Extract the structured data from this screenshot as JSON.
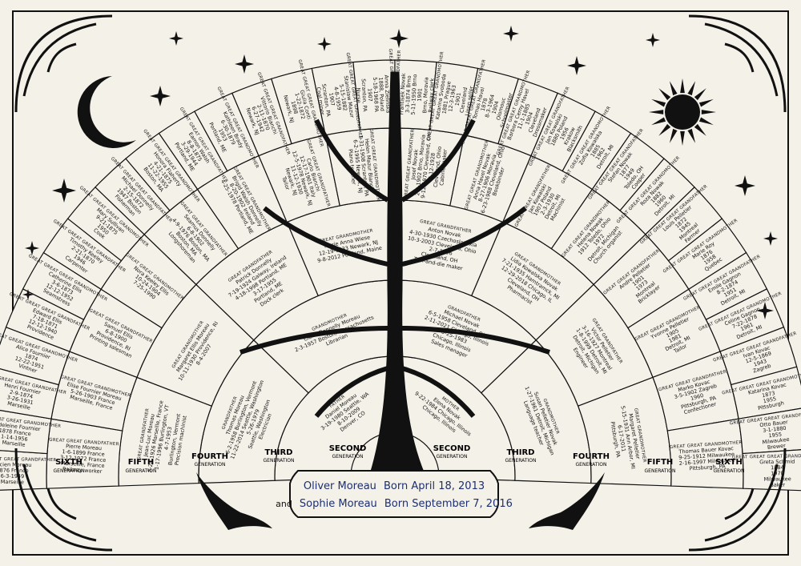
{
  "colors": {
    "background": "#f4f1e8",
    "ink": "#111111",
    "name_blue": "#1d2f72"
  },
  "nameplate": {
    "line1_name": "Oliver Moreau",
    "line1_born": "Born April 18, 2013",
    "and": "and",
    "line2_name": "Sophie Moreau",
    "line2_born": "Born September 7, 2016"
  },
  "generation_labels": [
    {
      "key": "sixth_left",
      "title": "SIXTH",
      "sub": "GENERATION"
    },
    {
      "key": "fifth_left",
      "title": "FIFTH",
      "sub": "GENERATION"
    },
    {
      "key": "fourth_left",
      "title": "FOURTH",
      "sub": "GENERATION"
    },
    {
      "key": "third_left",
      "title": "THIRD",
      "sub": "GENERATION"
    },
    {
      "key": "second_left",
      "title": "SECOND",
      "sub": "GENERATION"
    },
    {
      "key": "second_right",
      "title": "SECOND",
      "sub": "GENERATION"
    },
    {
      "key": "third_right",
      "title": "THIRD",
      "sub": "GENERATION"
    },
    {
      "key": "fourth_right",
      "title": "FOURTH",
      "sub": "GENERATION"
    },
    {
      "key": "fifth_right",
      "title": "FIFTH",
      "sub": "GENERATION"
    },
    {
      "key": "sixth_right",
      "title": "SIXTH",
      "sub": "GENERATION"
    }
  ],
  "people": {
    "father": {
      "role": "FATHER",
      "lines": [
        "Daniel Moreau",
        "3-19-1980 Seattle, WA",
        "8-10-2009",
        "Denver, CO"
      ]
    },
    "mother": {
      "role": "MOTHER",
      "lines": [
        "Elena Novak",
        "9-22-1984 Chicago, Illinois",
        "Chicago, Illinois"
      ]
    },
    "gen3": [
      {
        "role": "GRANDFATHER",
        "lines": [
          "Thomas Moreau",
          "6-2-1958 Burlington, Vermont",
          "11-22-2014 Seattle, Washington",
          "5-26-1979",
          "Seattle, Washington",
          "Electrician"
        ]
      },
      {
        "role": "GRANDMOTHER",
        "lines": [
          "Claire Donnelly Moreau",
          "2-3-1957 Boston, Massachusetts",
          "Librarian"
        ]
      },
      {
        "role": "GRANDFATHER",
        "lines": [
          "Michael Novak",
          "6-5-1958 Cleveland, Ohio",
          "2-11-2021 Chicago, Illinois",
          "5-25-1983",
          "Chicago, Illinois",
          "Sales manager"
        ]
      },
      {
        "role": "GRANDMOTHER",
        "lines": [
          "Susan Pelletier Novak",
          "1-27-1961 Detroit, Michigan",
          "Language teacher"
        ]
      }
    ],
    "gen4": [
      {
        "role": "GREAT GRANDFATHER",
        "lines": [
          "Jean-Luc Moreau",
          "5-28-1926 Marseille, France",
          "1-17-1996 Burlington, VT",
          "4-7-1953",
          "Burlington, Vermont",
          "Precision machinist"
        ]
      },
      {
        "role": "GREAT GRANDMOTHER",
        "lines": [
          "Margaret Ellis Moreau",
          "10-11-1930 Providence, RI",
          "8-4-2007"
        ]
      },
      {
        "role": "GREAT GRANDFATHER",
        "lines": [
          "Patrick Donnelly",
          "7-19-1924 Galway, Ireland",
          "4-18-1998 Portland, ME",
          "3-17-1955",
          "Portland, ME",
          "Dock clerk"
        ]
      },
      {
        "role": "GREAT GRANDMOTHER",
        "lines": [
          "Marie Anna Wiese",
          "12-19-1933 Newark, NJ",
          "9-8-2012 Portland, Maine"
        ]
      },
      {
        "role": "GREAT GRANDFATHER",
        "lines": [
          "Anton Novak",
          "4-30-1930 Czechoslovakia",
          "10-3-2003 Cleveland, Ohio",
          "2-7-1956",
          "Cleveland, OH",
          "Tool-and-die maker"
        ]
      },
      {
        "role": "GREAT GRANDMOTHER",
        "lines": [
          "Lidia Kowalska Novak",
          "7-21-1935 Hamtramck, MI",
          "12-29-2018 Chicago, IL",
          "Cleveland, OH",
          "Pharmacist"
        ]
      },
      {
        "role": "GREAT GRANDFATHER",
        "lines": [
          "Victor Pelletier",
          "3-16-1927 Montreal",
          "1-8-1999 Detroit, MI",
          "Detroit, Michigan",
          "Engineer"
        ]
      },
      {
        "role": "GREAT GRANDMOTHER",
        "lines": [
          "Margaret Pelletier",
          "5-15-1931 Ann Arbor, MI",
          "6-17-2011",
          "Pittsburgh, PA"
        ]
      }
    ],
    "gen5": [
      {
        "role": "GREAT GREAT GRANDFATHER",
        "lines": [
          "Pierre Moreau",
          "1-6-1899 France",
          "3-12-1972 France",
          "Marseille, France",
          "Railway worker"
        ]
      },
      {
        "role": "GREAT GREAT GRANDMOTHER",
        "lines": [
          "Elise Fournier Moreau",
          "5-26-1903 France",
          "Marseille, France"
        ]
      },
      {
        "role": "GREAT GREAT GRANDFATHER",
        "lines": [
          "Samuel Ellis",
          "6-8-1900",
          "Providence, RI",
          "Printing salesman"
        ]
      },
      {
        "role": "GREAT GREAT GRANDMOTHER",
        "lines": [
          "Nora Keeley Ellis",
          "10-24-1904",
          "7-25-1990"
        ]
      },
      {
        "role": "GREAT GREAT GRANDFATHER",
        "lines": [
          "Seamus Donnelly",
          "6-8-1902",
          "4-9-1976 Boston, MA",
          "Boston, MA",
          "Longshoreman"
        ]
      },
      {
        "role": "GREAT GREAT GRANDMOTHER",
        "lines": [
          "Brigid Walsh Donnelly",
          "8-20-1902 Ireland",
          "4-25-1978 Portland, ME"
        ]
      },
      {
        "role": "GREAT GREAT GRANDFATHER",
        "lines": [
          "Carlo Bianchi",
          "12-17-1901 Italy",
          "12-5-1978 Newark, NJ",
          "11-12-1930",
          "Newark, NJ",
          "Tailor"
        ]
      },
      {
        "role": "GREAT GREAT GRANDMOTHER",
        "lines": [
          "Helen Mazur Bianchi",
          "1-31-1908 Scranton, PA",
          "6-2-1995 Newark, NJ",
          "Piano teacher"
        ]
      },
      {
        "role": "GREAT GREAT GRANDFATHER",
        "lines": [
          "Josef Novak",
          "2-8-1902 Brno, Moravia",
          "9-12-1970 Cleveland, OH",
          "7-12-1928",
          "Cleveland, Ohio",
          "Cabinetmaker"
        ]
      },
      {
        "role": "GREAT GREAT GRANDMOTHER",
        "lines": [
          "Anna Havel Novak",
          "8-27-1906 Moravia",
          "6-23-1988 Cleveland, Ohio",
          "Bookbinder"
        ]
      },
      {
        "role": "GREAT GREAT GRANDFATHER",
        "lines": [
          "Jan Kowalski",
          "1907 Poland",
          "2-3-1930",
          "Detroit, MI",
          "Machinist"
        ]
      },
      {
        "role": "GREAT GREAT GRANDMOTHER",
        "lines": [
          "Helena Nowak",
          "1912 Toledo, Ohio",
          "1972",
          "Detroit, Michigan",
          "Church organist"
        ]
      },
      {
        "role": "GREAT GREAT GRANDFATHER",
        "lines": [
          "Andre Pelletier",
          "1901",
          "1973",
          "Montreal",
          "Bricklayer"
        ]
      },
      {
        "role": "GREAT GREAT GRANDMOTHER",
        "lines": [
          "Yvonne Pelletier",
          "1905",
          "1981",
          "Detroit, MI",
          "Tailor"
        ]
      },
      {
        "role": "GREAT GREAT GRANDFATHER",
        "lines": [
          "Marko Kovac",
          "3-5-1902 Zagreb",
          "1960",
          "Pittsburgh, PA",
          "Confectioner"
        ]
      },
      {
        "role": "GREAT GREAT GRANDMOTHER",
        "lines": [
          "Thomas Bauer Kovac",
          "9-25-1912 Milwaukee",
          "2-16-1997 Milwaukee",
          "Pittsburgh, PA"
        ]
      }
    ],
    "gen6": [
      {
        "role": "GREAT GREAT GREAT GRANDFATHER",
        "lines": [
          "Lucien Moreau",
          "1876 France",
          "6-3-1949",
          "Marseille"
        ]
      },
      {
        "role": "GREAT GREAT GREAT GRANDMOTHER",
        "lines": [
          "Madeleine Fournier",
          "1878 France",
          "1-14-1956",
          "Marseille"
        ]
      },
      {
        "role": "GREAT GREAT GREAT GRANDFATHER",
        "lines": [
          "Henri Fournier",
          "2-9-1874",
          "3-26-1931",
          "Marseille"
        ]
      },
      {
        "role": "GREAT GREAT GREAT GRANDMOTHER",
        "lines": [
          "Alice Fournier",
          "1874",
          "12-22-1951",
          "Vintner"
        ]
      },
      {
        "role": "GREAT GREAT GREAT GRANDFATHER",
        "lines": [
          "Edward Ellis",
          "7-18-1871",
          "12-12-1940",
          "Providence"
        ]
      },
      {
        "role": "GREAT GREAT GREAT GRANDMOTHER",
        "lines": [
          "Catherine Ellis",
          "3-6-1873",
          "12-12-1952",
          "Seamstress"
        ]
      },
      {
        "role": "GREAT GREAT GREAT GRANDFATHER",
        "lines": [
          "Timothy Keeley",
          "2-21-1870",
          "1946",
          "Carpenter"
        ]
      },
      {
        "role": "GREAT GREAT GREAT GRANDMOTHER",
        "lines": [
          "Mary Sullivan",
          "9-21-1875",
          "1950",
          "Cook"
        ]
      },
      {
        "role": "GREAT GREAT GREAT GRANDFATHER",
        "lines": [
          "Michael Donnelly",
          "2-15-1872",
          "1947 Boston",
          "Fisherman"
        ]
      },
      {
        "role": "GREAT GREAT GREAT GRANDMOTHER",
        "lines": [
          "Honora Flaherty",
          "4-21-1875",
          "11-22-1955",
          "Boston, MA"
        ]
      },
      {
        "role": "GREAT GREAT GREAT GRANDFATHER",
        "lines": [
          "Eamon Walsh",
          "8-8-1875",
          "3-29-1944",
          "Portland, ME"
        ]
      },
      {
        "role": "GREAT GREAT GREAT GRANDMOTHER",
        "lines": [
          "Kathleen Brady",
          "6-30-1879",
          "1953",
          "Portland, ME"
        ]
      },
      {
        "role": "GREAT GREAT GREAT GRANDFATHER",
        "lines": [
          "Vittorio Bianchi",
          "2-11-1870",
          "6-27-1942",
          "Newark, NJ"
        ]
      },
      {
        "role": "GREAT GREAT GREAT GRANDMOTHER",
        "lines": [
          "Giulia Conti",
          "1-22-1872",
          "1898",
          "Newark, NJ"
        ]
      },
      {
        "role": "GREAT GREAT GREAT GRANDFATHER",
        "lines": [
          "Stanislaw Mazur",
          "5-15-1882",
          "4-8-1959",
          "1907",
          "Scranton, PA",
          "Coal miner"
        ]
      },
      {
        "role": "GREAT GREAT GREAT GRANDMOTHER",
        "lines": [
          "Anna Zielinska",
          "1888, Poland",
          "5-18-1968 PA",
          "1907",
          "Scranton, PA",
          "Nurse"
        ]
      },
      {
        "role": "GREAT GREAT GREAT GRANDFATHER",
        "lines": [
          "Frantisek Novak",
          "3-3-1874 Brno",
          "5-11-1950 Brno",
          "1901",
          "Brno, Moravia",
          "Railway clerk"
        ]
      },
      {
        "role": "GREAT GREAT GREAT GRANDMOTHER",
        "lines": [
          "Katarina Svoboda",
          "1881 Prague",
          "12-3-1963",
          "1901",
          "Cleveland",
          "Linen seller"
        ]
      },
      {
        "role": "GREAT GREAT GREAT GRANDFATHER",
        "lines": [
          "Tomas Havel",
          "1878",
          "8-3-1964",
          "1904",
          "Olomouc",
          "Schoolmaster"
        ]
      },
      {
        "role": "GREAT GREAT GREAT GRANDMOTHER",
        "lines": [
          "Barbora Cerny Havel",
          "11-1-1885",
          "1904",
          "Cleveland",
          "Dressmaker"
        ]
      },
      {
        "role": "GREAT GREAT GREAT GRANDFATHER",
        "lines": [
          "Jan Kowalski",
          "1880 Poland",
          "1956",
          "Krakow",
          "Blacksmith"
        ]
      },
      {
        "role": "GREAT GREAT GREAT GRANDMOTHER",
        "lines": [
          "Zofia Kowalska",
          "1885",
          "1962",
          "Detroit, MI"
        ]
      },
      {
        "role": "GREAT GREAT GREAT GRANDFATHER",
        "lines": [
          "Stefan Nowak",
          "1877",
          "1949",
          "Toledo, OH",
          "Cooper"
        ]
      },
      {
        "role": "GREAT GREAT GREAT GRANDMOTHER",
        "lines": [
          "Roza Nowak",
          "1882",
          "1960",
          "Detroit, MI"
        ]
      },
      {
        "role": "GREAT GREAT GREAT GRANDFATHER",
        "lines": [
          "Louis Pelletier",
          "1872",
          "1945",
          "Montreal",
          "Farmer"
        ]
      },
      {
        "role": "GREAT GREAT GREAT GRANDMOTHER",
        "lines": [
          "Marie Roy",
          "1876",
          "1958",
          "Quebec"
        ]
      },
      {
        "role": "GREAT GREAT GREAT GRANDFATHER",
        "lines": [
          "Emile Gagnon",
          "8-2-1874",
          "1951",
          "Detroit, MI"
        ]
      },
      {
        "role": "GREAT GREAT GREAT GRANDMOTHER",
        "lines": [
          "Celine Gagnon",
          "7-22-1878",
          "1961",
          "Detroit, MI"
        ]
      },
      {
        "role": "GREAT GREAT GREAT GRANDFATHER",
        "lines": [
          "Ivan Kovac",
          "12-5-1869",
          "1943",
          "Zagreb"
        ]
      },
      {
        "role": "GREAT GREAT GREAT GRANDMOTHER",
        "lines": [
          "Katarina Kovac",
          "1873",
          "1955",
          "Pittsburgh"
        ]
      },
      {
        "role": "GREAT GREAT GREAT GRANDFATHER",
        "lines": [
          "Otto Bauer",
          "3-1-1880",
          "1955",
          "Milwaukee",
          "Brewer"
        ]
      },
      {
        "role": "GREAT GREAT GREAT GRANDMOTHER",
        "lines": [
          "Greta Schmid",
          "1884",
          "1970",
          "Milwaukee",
          "Baker"
        ]
      }
    ]
  }
}
